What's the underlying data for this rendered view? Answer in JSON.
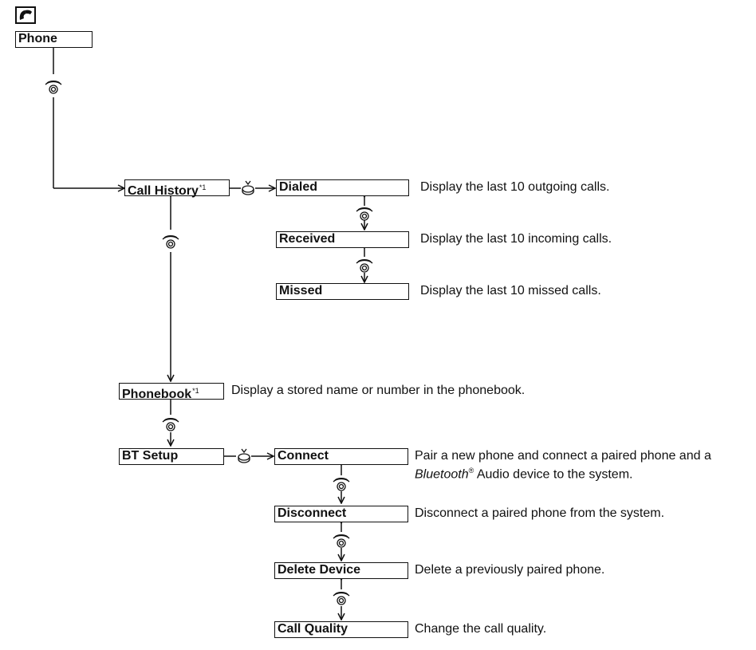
{
  "root": {
    "label": "Phone",
    "icon": "phone-icon"
  },
  "call_history": {
    "label": "Call History",
    "note": "*1",
    "items": [
      {
        "label": "Dialed",
        "desc": "Display the last 10 outgoing calls."
      },
      {
        "label": "Received",
        "desc": "Display the last 10 incoming calls."
      },
      {
        "label": "Missed",
        "desc": "Display the last 10 missed calls."
      }
    ]
  },
  "phonebook": {
    "label": "Phonebook",
    "note": "*1",
    "desc": "Display a stored name or number in the phonebook."
  },
  "bt_setup": {
    "label": "BT Setup",
    "items": [
      {
        "label": "Connect",
        "desc_line1": "Pair a new phone and connect a paired phone and a",
        "desc_line2_italic": "Bluetooth",
        "desc_line2_reg": "®",
        "desc_line2_rest": " Audio device to the system."
      },
      {
        "label": "Disconnect",
        "desc": "Disconnect a paired phone from the system."
      },
      {
        "label": "Delete Device",
        "desc": "Delete a previously paired phone."
      },
      {
        "label": "Call Quality",
        "desc": "Change the call quality."
      }
    ]
  },
  "icons": {
    "rotate": "interface-dial-rotate-icon",
    "press": "interface-dial-press-icon"
  }
}
